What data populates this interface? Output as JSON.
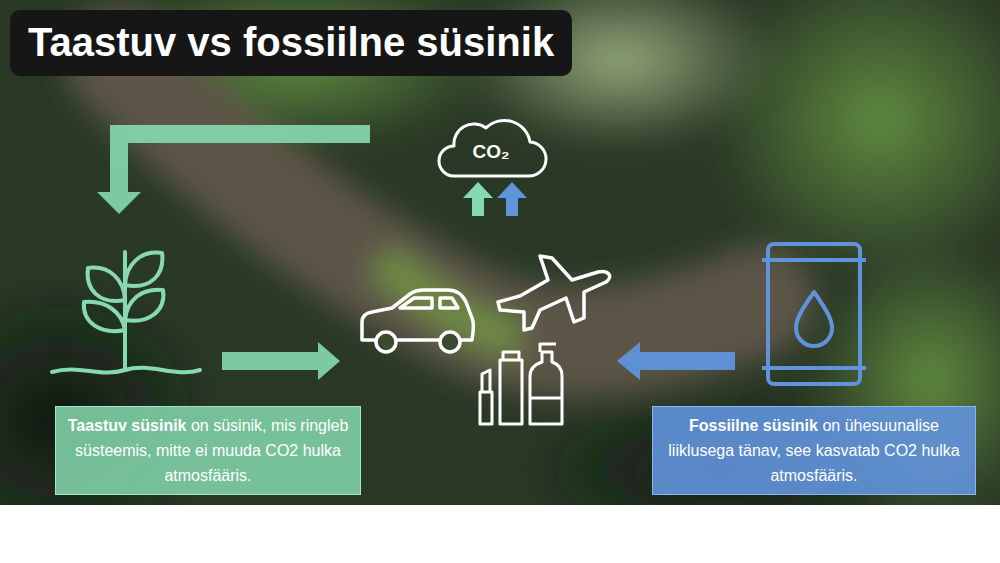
{
  "diagram": {
    "title": "Taastuv vs fossiilne süsinik",
    "nodes": [
      {
        "text": [
          "CO₂"
        ]
      },
      {
        "text": [
          "Taastuv süsinik",
          "on süsinik, mis ringleb süsteemis, mitte ei muuda CO2 hulka atmosfääris."
        ]
      },
      {
        "text": [
          "Fossiilne süsinik",
          "on ühesuunalise liiklusega tänav, see kasvatab CO2 hulka atmosfääris."
        ]
      }
    ]
  }
}
